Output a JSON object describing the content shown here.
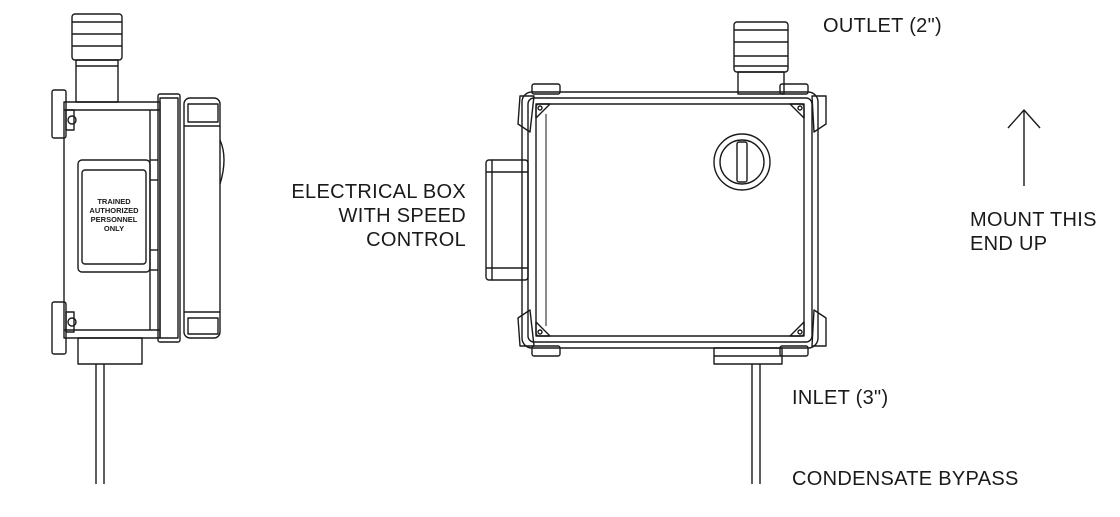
{
  "labels": {
    "outlet": "OUTLET (2\")",
    "electrical_box": [
      "ELECTRICAL BOX",
      "WITH SPEED",
      "CONTROL"
    ],
    "mount": [
      "MOUNT THIS",
      "END UP"
    ],
    "inlet": "INLET (3\")",
    "condensate": "CONDENSATE BYPASS"
  },
  "warning_sign": [
    "TRAINED",
    "AUTHORIZED",
    "PERSONNEL",
    "ONLY"
  ],
  "colors": {
    "line": "#1a1a1a",
    "background": "#ffffff"
  }
}
